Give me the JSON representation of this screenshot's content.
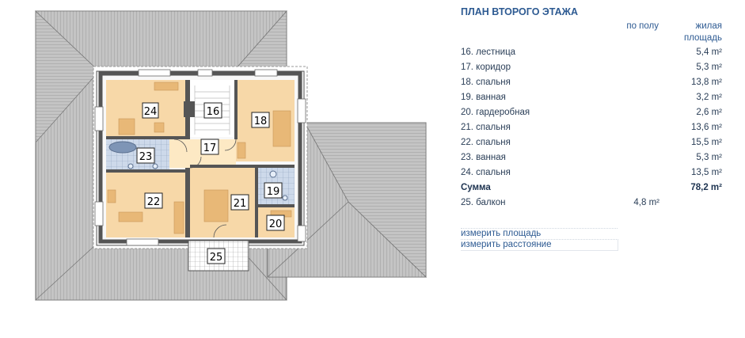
{
  "plan": {
    "room_numbers": [
      "24",
      "16",
      "18",
      "17",
      "23",
      "22",
      "21",
      "19",
      "20",
      "25"
    ]
  },
  "panel": {
    "title": "ПЛАН ВТОРОГО ЭТАЖА",
    "col_floor": "по полу",
    "col_living_1": "жилая",
    "col_living_2": "площадь",
    "rooms": [
      {
        "label": "16. лестница",
        "floor": "",
        "living": "5,4 m²"
      },
      {
        "label": "17. коридор",
        "floor": "",
        "living": "5,3 m²"
      },
      {
        "label": "18. спальня",
        "floor": "",
        "living": "13,8 m²"
      },
      {
        "label": "19. ванная",
        "floor": "",
        "living": "3,2 m²"
      },
      {
        "label": "20. гардеробная",
        "floor": "",
        "living": "2,6 m²"
      },
      {
        "label": "21. спальня",
        "floor": "",
        "living": "13,6 m²"
      },
      {
        "label": "22. спальня",
        "floor": "",
        "living": "15,5 m²"
      },
      {
        "label": "23. ванная",
        "floor": "",
        "living": "5,3 m²"
      },
      {
        "label": "24. спальня",
        "floor": "",
        "living": "13,5 m²"
      }
    ],
    "total": {
      "label": "Сумма",
      "floor": "",
      "living": "78,2 m²"
    },
    "balcony": {
      "label": "25. балкон",
      "floor": "4,8 m²",
      "living": ""
    },
    "links": {
      "measure_area": "измерить площадь",
      "measure_distance": "измерить расстояние"
    }
  }
}
